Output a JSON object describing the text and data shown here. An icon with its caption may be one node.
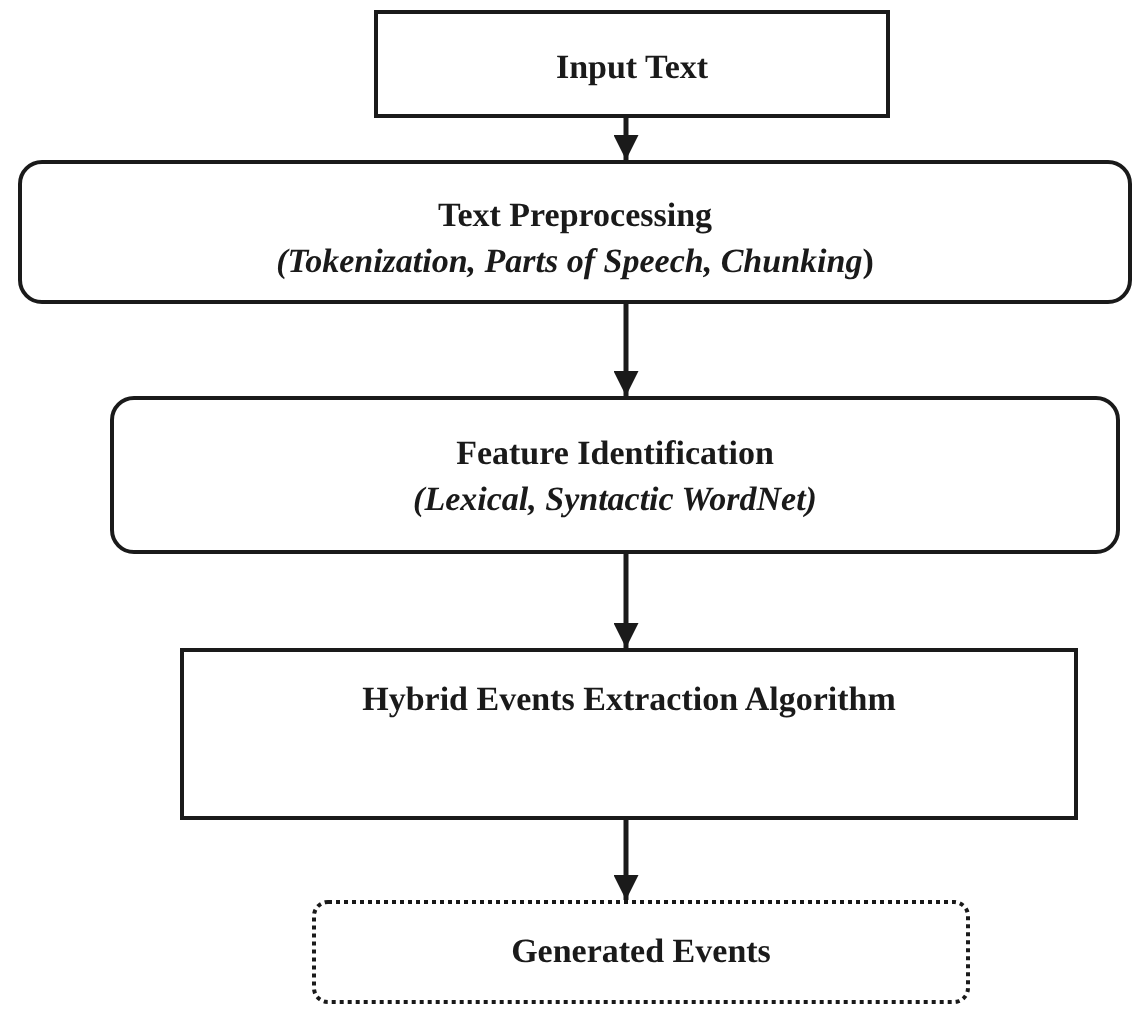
{
  "diagram": {
    "nodes": [
      {
        "text": [
          "Input Text"
        ]
      },
      {
        "text": [
          "Text Preprocessing",
          "*(Tokenization, Parts of Speech, Chunking*)"
        ]
      },
      {
        "text": [
          "Feature Identification",
          "(Lexical, Syntactic WordNet)"
        ]
      },
      {
        "text": [
          "Hybrid Events Extraction Algorithm"
        ]
      },
      {
        "text": [
          "Generated Events"
        ]
      }
    ],
    "edges": [
      {
        "from": 0,
        "to": 1,
        "arrow": "to"
      },
      {
        "from": 1,
        "to": 2,
        "arrow": "to"
      },
      {
        "from": 2,
        "to": 3,
        "arrow": "to"
      },
      {
        "from": 3,
        "to": 4,
        "arrow": "to"
      }
    ]
  }
}
